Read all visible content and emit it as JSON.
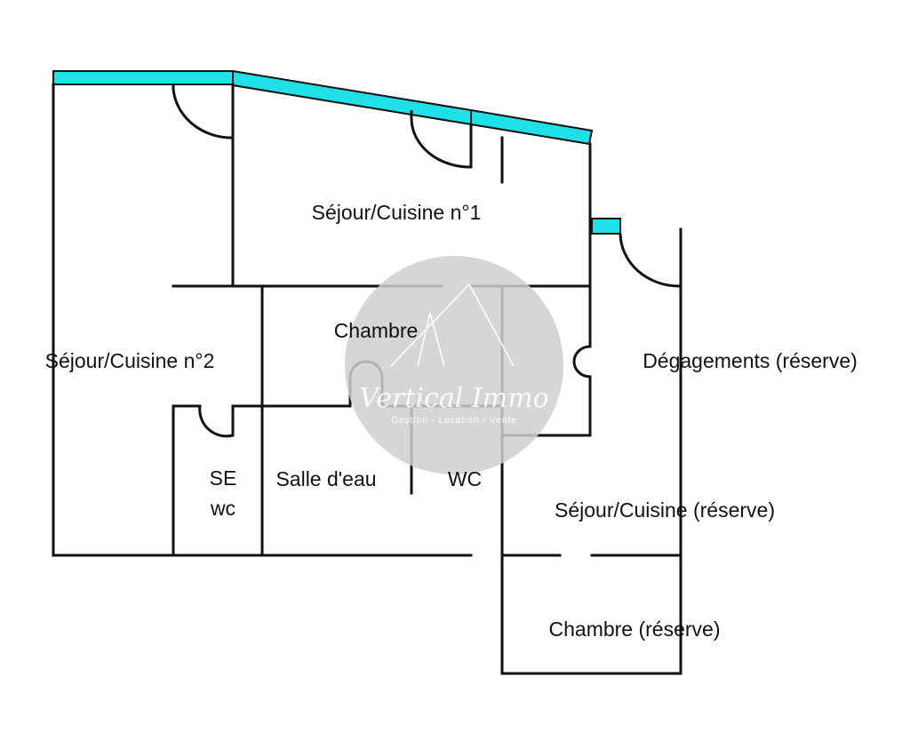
{
  "rooms": {
    "sejour_cuisine_1": "Séjour/Cuisine n°1",
    "sejour_cuisine_2": "Séjour/Cuisine n°2",
    "chambre": "Chambre",
    "degagements": "Dégagements (réserve)",
    "se": "SE",
    "se_wc": "wc",
    "salle_deau": "Salle d'eau",
    "wc": "WC",
    "sejour_cuisine_reserve": "Séjour/Cuisine (réserve)",
    "chambre_reserve": "Chambre (réserve)"
  },
  "watermark": {
    "brand": "Vertical Immo",
    "tagline": "Gestion - Location - Vente"
  },
  "colors": {
    "window": "#1fe0e6",
    "wall": "#111111",
    "watermark": "#cfcfcf"
  }
}
